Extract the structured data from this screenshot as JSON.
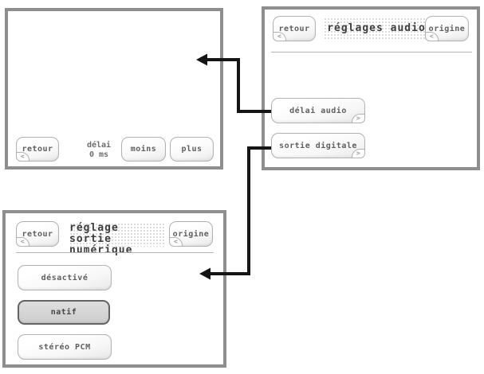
{
  "glyphs": {
    "back_chevron": "<",
    "forward_chevron": ">"
  },
  "delay_screen": {
    "retour_button": "retour",
    "delay_label": "délai",
    "delay_value": "0 ms",
    "moins_button": "moins",
    "plus_button": "plus"
  },
  "audio_settings_screen": {
    "retour_button": "retour",
    "title": "réglages audio",
    "origine_button": "origine",
    "delai_audio_button": "délai audio",
    "sortie_digitale_button": "sortie digitale"
  },
  "digital_output_screen": {
    "retour_button": "retour",
    "title_line1": "réglage sortie",
    "title_line2": "numérique",
    "origine_button": "origine",
    "options": [
      "désactivé",
      "natif",
      "stéréo PCM"
    ],
    "selected_option": "natif"
  },
  "colors": {
    "panel_border": "#8e8e8e",
    "button_border": "#b2b2b2",
    "selected_button_border": "#636363",
    "selected_button_fill": "#d4d4d4",
    "arrow": "#151515",
    "title_text": "#3d3d3d",
    "button_text": "#5f5f5f"
  }
}
